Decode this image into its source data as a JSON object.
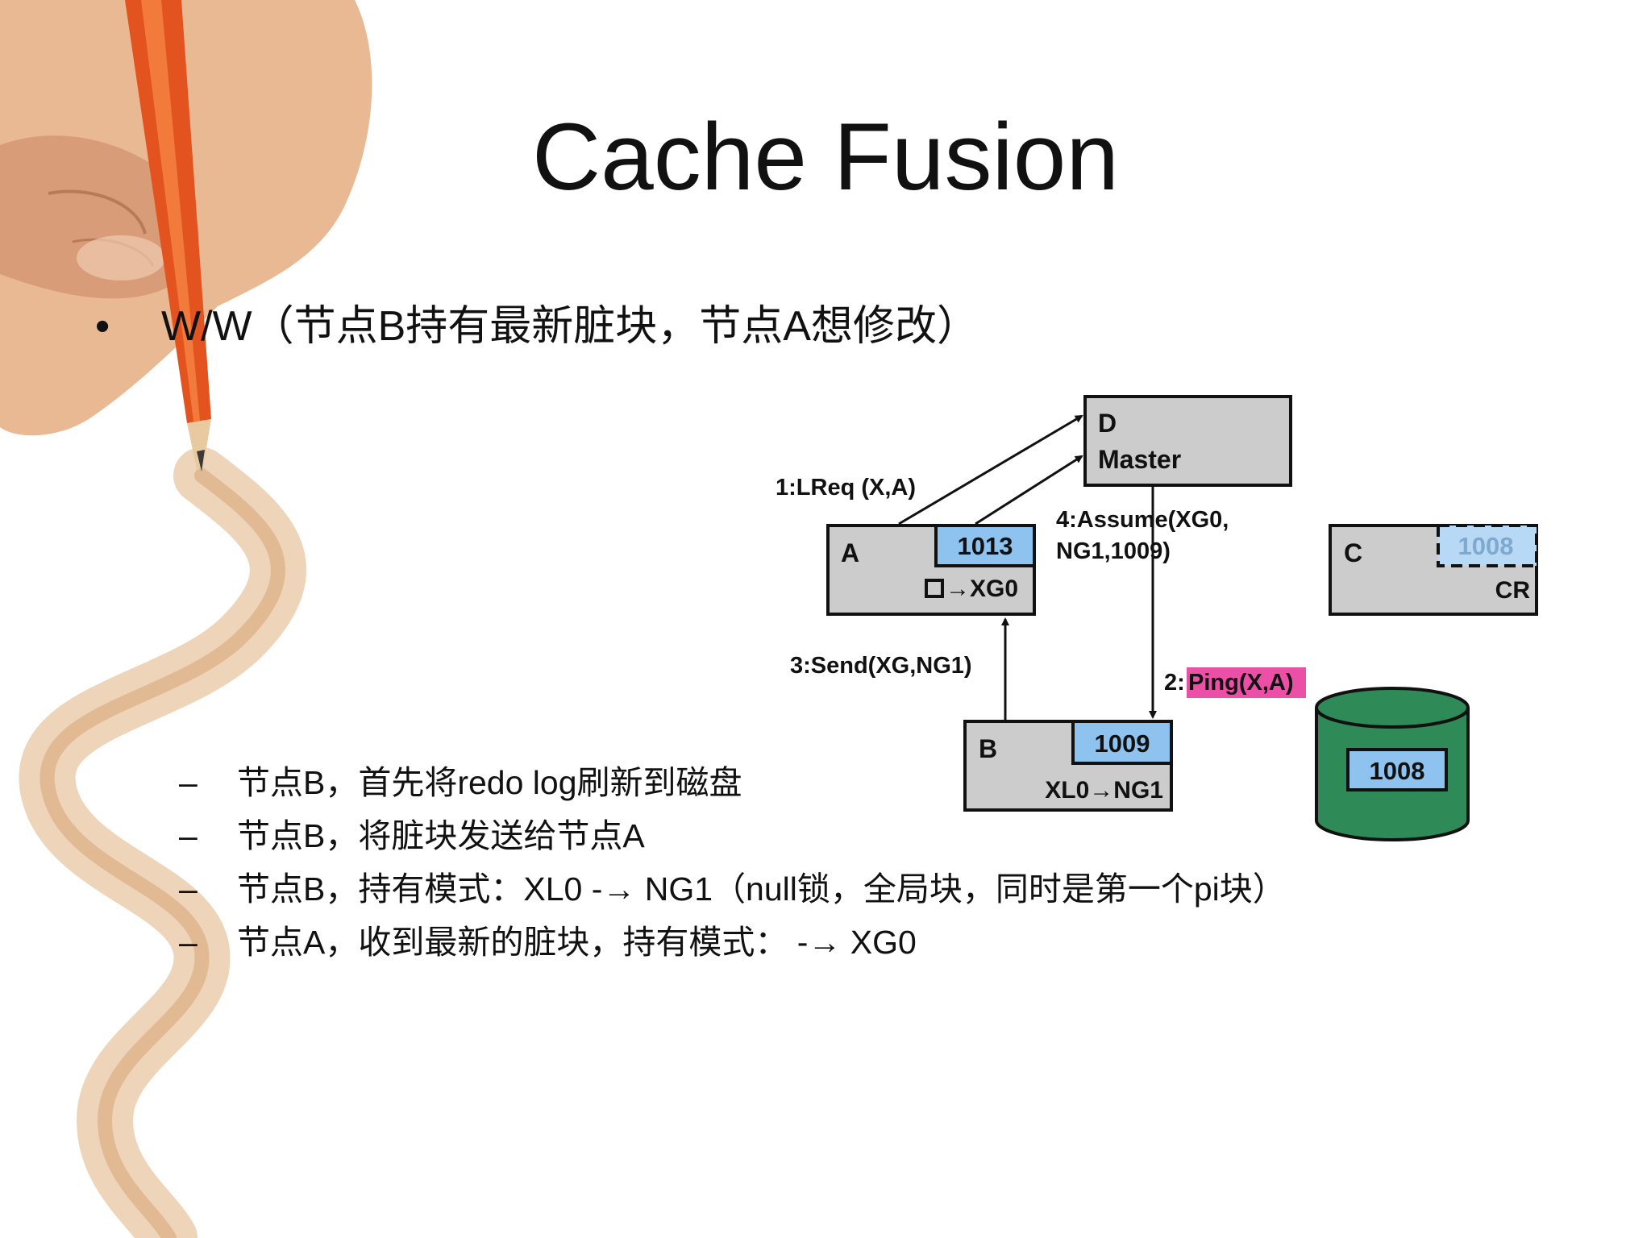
{
  "slide": {
    "title": "Cache Fusion",
    "bullet": "W/W（节点B持有最新脏块，节点A想修改）",
    "sub_points": [
      "节点B，首先将redo log刷新到磁盘",
      "节点B，将脏块发送给节点A",
      "节点B，持有模式：XL0 -→ NG1（null锁，全局块，同时是第一个pi块）",
      "节点A，收到最新的脏块，持有模式：   -→ XG0"
    ]
  },
  "diagram": {
    "master": {
      "label": "D",
      "role": "Master"
    },
    "node_a": {
      "label": "A",
      "block": "1013",
      "mode": "→XG0"
    },
    "node_b": {
      "label": "B",
      "block": "1009",
      "mode": "XL0→NG1"
    },
    "node_c": {
      "label": "C",
      "block": "1008",
      "mode": "CR"
    },
    "disk": {
      "block": "1008"
    },
    "messages": {
      "lreq": "1:LReq (X,A)",
      "assume_line1": "4:Assume(XG0,",
      "assume_line2": "NG1,1009)",
      "send": "3:Send(XG,NG1)",
      "ping_prefix": "2:",
      "ping": "Ping(X,A)"
    },
    "colors": {
      "node_fill": "#cccccc",
      "block_fill": "#8ec3f0",
      "ping_highlight": "#ec4fa6",
      "disk_fill": "#2e8b57"
    }
  }
}
